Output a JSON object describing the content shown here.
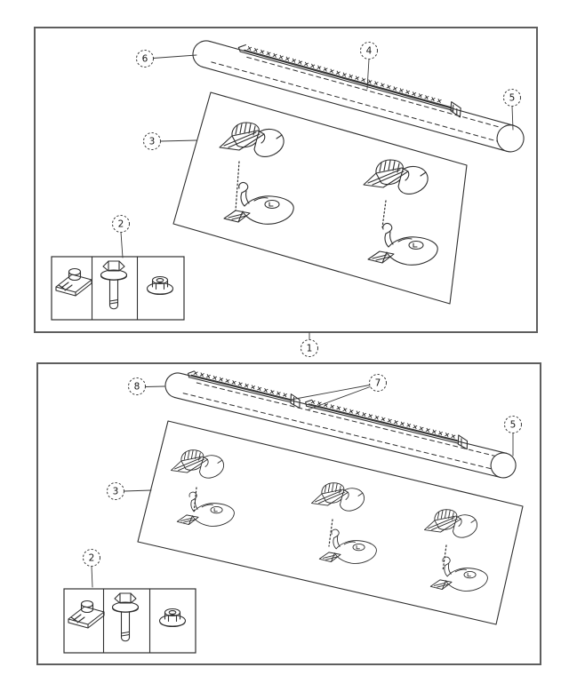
{
  "assembly_callout": "1",
  "panel1": {
    "callouts": {
      "bar_end_left": "6",
      "step_pad": "4",
      "bar_end_right": "5",
      "bracket_kit": "3",
      "hardware_kit": "2"
    },
    "tread_row": "×××××××××××××××××××××××××××××××"
  },
  "panel2": {
    "callouts": {
      "bar_end_left": "8",
      "step_pads": "7",
      "bar_end_right": "5",
      "bracket_kit": "3",
      "hardware_kit": "2"
    },
    "tread_row_front": "×××××××××××××××",
    "tread_row_rear": "×××××××××××××××××××××××"
  },
  "icons": {
    "hardware_cell_1": "u-clip-nut-icon",
    "hardware_cell_2": "hex-flange-bolt-icon",
    "hardware_cell_3": "hex-flange-nut-icon",
    "tube": "side-step-tube-icon",
    "bracket_upper": "support-bracket-icon",
    "bracket_lower": "mounting-bracket-icon"
  },
  "colors": {
    "line": "#2f2f2f",
    "panel_border": "#5e5e5e",
    "background": "#ffffff"
  }
}
